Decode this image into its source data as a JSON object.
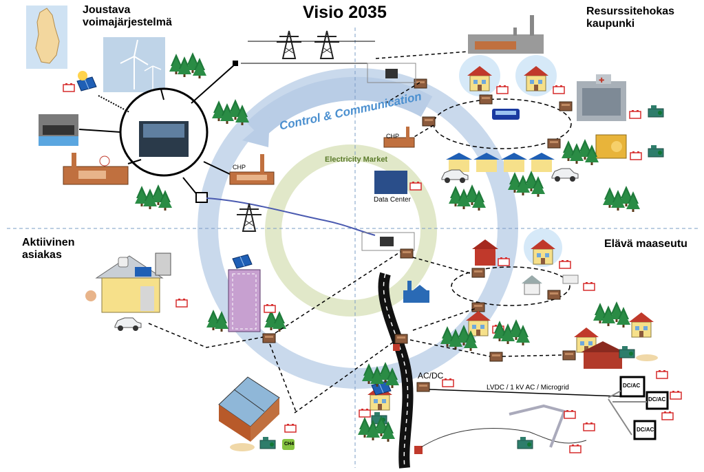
{
  "title": "Visio 2035",
  "quadrants": {
    "top_left": "Joustava voimajärjestelmä",
    "top_right": "Resurssitehokas kaupunki",
    "bottom_left": "Aktiivinen asiakas",
    "bottom_right": "Elävä maaseutu"
  },
  "ring_labels": {
    "control": "Control & Communication",
    "market": "Electricity Market"
  },
  "labels": {
    "chp_left": "CHP",
    "chp_right": "CHP",
    "data_center": "Data Center",
    "acdc": "AC/DC",
    "lvdc": "LVDC / 1 kV AC / Microgrid",
    "dcac": "DC/AC",
    "ch4": "CH4"
  },
  "colors": {
    "ring_blue": "#c9d9ec",
    "ring_green": "#e1e8c9",
    "divider": "#7a9cc6",
    "battery": "#d62b2b",
    "box": "#8b5a3c"
  }
}
